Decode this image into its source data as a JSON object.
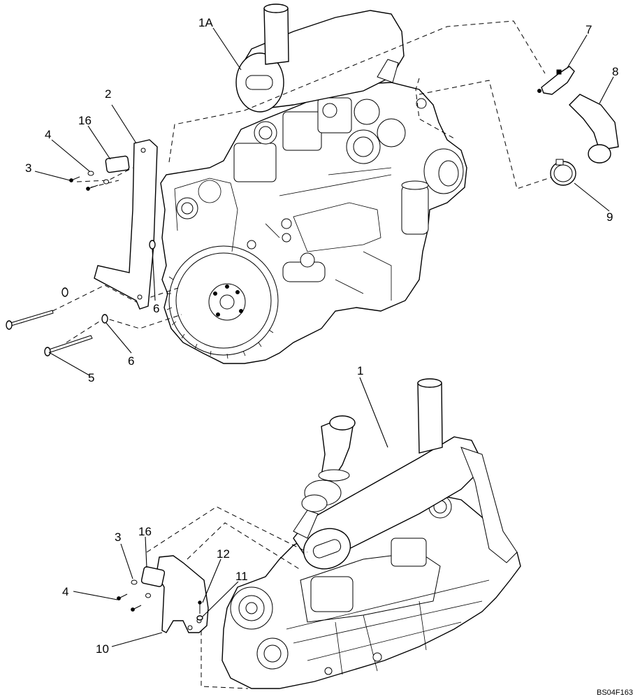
{
  "figure_id": "BS04F163",
  "callouts": {
    "p1A": "1A",
    "p2": "2",
    "p16_top": "16",
    "p4_top": "4",
    "p3_top": "3",
    "p6_left": "6",
    "p6_bottom": "6",
    "p5": "5",
    "p7": "7",
    "p8": "8",
    "p9": "9",
    "p1": "1",
    "p3_bottom": "3",
    "p16_bottom": "16",
    "p4_bottom": "4",
    "p12": "12",
    "p11": "11",
    "p10": "10"
  }
}
